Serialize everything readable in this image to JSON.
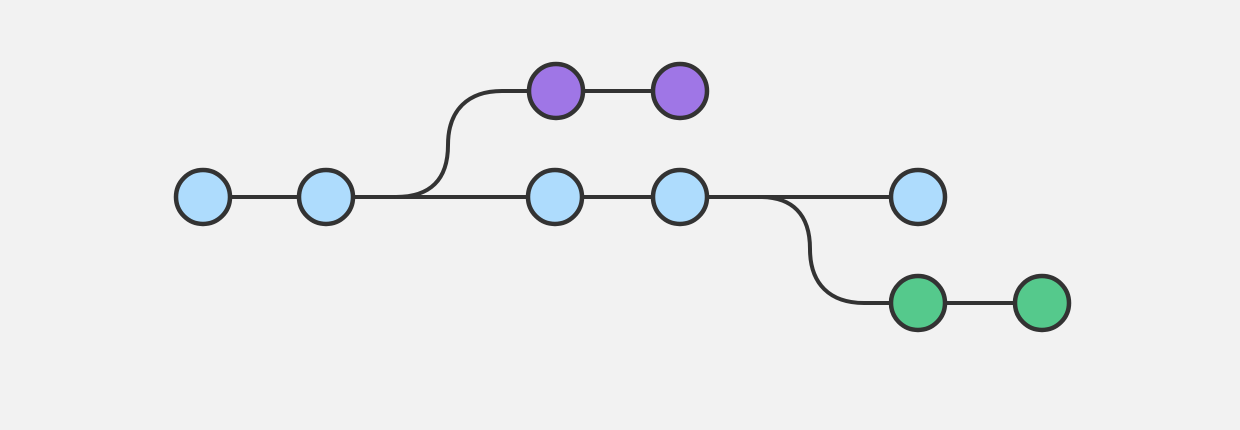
{
  "diagram": {
    "type": "git-branch-graph",
    "colors": {
      "background": "#f2f2f2",
      "line": "#333333",
      "main_branch": "#aedcfd",
      "feature_branch_purple": "#9f76e6",
      "feature_branch_green": "#55c98c"
    },
    "branches": [
      {
        "id": "main",
        "color_key": "main_branch",
        "commit_count": 5
      },
      {
        "id": "upper",
        "color_key": "feature_branch_purple",
        "commit_count": 2,
        "forks_after_main_commit": 2
      },
      {
        "id": "lower",
        "color_key": "feature_branch_green",
        "commit_count": 2,
        "forks_after_main_commit": 4
      }
    ]
  }
}
